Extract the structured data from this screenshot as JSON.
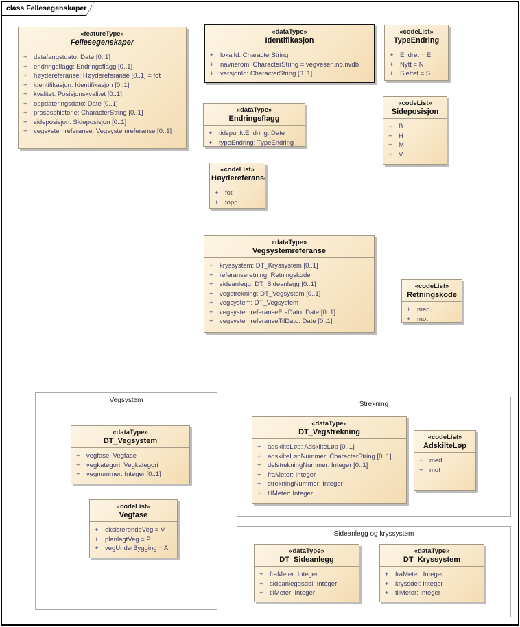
{
  "frame": {
    "tab_label": "class Fellesegenskaper"
  },
  "ui": {
    "plus": "+"
  },
  "colors": {
    "box_fill_top": "#fcf4e3",
    "box_fill_bottom": "#f4dcb2",
    "box_border": "#a39885",
    "bold_border": "#111111",
    "shadow": "#bdbdbd",
    "attribute_text": "#3c3c63",
    "package_border": "#a9a9a9",
    "frame_border": "#000000"
  },
  "packages": [
    {
      "label": "Vegsystem"
    },
    {
      "label": "Strekning"
    },
    {
      "label": "Sideanlegg og kryssystem"
    }
  ],
  "classes": [
    {
      "stereotype": "«featureType»",
      "name": "Fellesegenskaper",
      "attributes": [
        "datafangstdato: Date [0..1]",
        "endringsflagg: Endringsflagg [0..1]",
        "høydereferanse: Høydereferanse [0..1] = fot",
        "identifikasjon: Identifikasjon [0..1]",
        "kvalitet: Posisjonskvalitet [0..1]",
        "oppdateringsdato: Date [0..1]",
        "prosesshistorie: CharacterString [0..1]",
        "sideposisjon: Sideposisjon [0..1]",
        "vegsystemreferanse: Vegsystemreferanse [0..1]"
      ]
    },
    {
      "stereotype": "«dataType»",
      "name": "Identifikasjon",
      "attributes": [
        "lokalId: CharacterString",
        "navnerom: CharacterString = vegvesen.no.nvdb",
        "versjonId: CharacterString [0..1]"
      ]
    },
    {
      "stereotype": "«codeList»",
      "name": "TypeEndring",
      "attributes": [
        "Endret = E",
        "Nytt = N",
        "Slettet = S"
      ]
    },
    {
      "stereotype": "«dataType»",
      "name": "Endringsflagg",
      "attributes": [
        "tidspunktEndring: Date",
        "typeEndring: TypeEndring"
      ]
    },
    {
      "stereotype": "«codeList»",
      "name": "Sideposisjon",
      "attributes": [
        "B",
        "H",
        "M",
        "V"
      ]
    },
    {
      "stereotype": "«codeList»",
      "name": "Høydereferanse",
      "attributes": [
        "fot",
        "topp"
      ]
    },
    {
      "stereotype": "«dataType»",
      "name": "Vegsystemreferanse",
      "attributes": [
        "kryssystem: DT_Kryssystem [0..1]",
        "referanseretning: Retningskode",
        "sideanlegg: DT_Sideanlegg [0..1]",
        "vegstrekning: DT_Vegsystem [0..1]",
        "vegsystem: DT_Vegsystem",
        "vegsystemreferanseFraDato: Date [0..1]",
        "vegsystemreferanseTilDato: Date [0..1]"
      ]
    },
    {
      "stereotype": "«codeList»",
      "name": "Retningskode",
      "attributes": [
        "med",
        "mot"
      ]
    },
    {
      "stereotype": "«dataType»",
      "name": "DT_Vegsystem",
      "attributes": [
        "vegfase: Vegfase",
        "vegkategori: Vegkategori",
        "vegnummer: Integer [0..1]"
      ]
    },
    {
      "stereotype": "«codeList»",
      "name": "Vegfase",
      "attributes": [
        "eksisterendeVeg = V",
        "planlagtVeg = P",
        "vegUnderBygging = A"
      ]
    },
    {
      "stereotype": "«dataType»",
      "name": "DT_Vegstrekning",
      "attributes": [
        "adskilteLøp: AdskilteLøp [0..1]",
        "adskilteLøpNummer: CharacterString [0..1]",
        "delstrekningNummer: Integer [0..1]",
        "fraMeter: Integer",
        "strekningNummer: Integer",
        "tilMeter: Integer"
      ]
    },
    {
      "stereotype": "«codeList»",
      "name": "AdskilteLøp",
      "attributes": [
        "med",
        "mot"
      ]
    },
    {
      "stereotype": "«dataType»",
      "name": "DT_Sideanlegg",
      "attributes": [
        "fraMeter: Integer",
        "sideanleggsdel: Integer",
        "tilMeter: Integer"
      ]
    },
    {
      "stereotype": "«dataType»",
      "name": "DT_Kryssystem",
      "attributes": [
        "fraMeter: Integer",
        "kryssdel: Integer",
        "tilMeter: Integer"
      ]
    }
  ]
}
